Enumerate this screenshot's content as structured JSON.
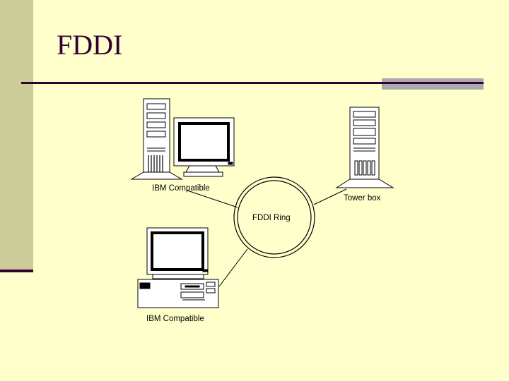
{
  "slide": {
    "title": "FDDI"
  },
  "diagram": {
    "nodes": {
      "top_left": {
        "label": "IBM Compatible",
        "icon": "tower-pc-with-monitor-icon"
      },
      "right": {
        "label": "Tower box",
        "icon": "tower-box-icon"
      },
      "bottom": {
        "label": "IBM Compatible",
        "icon": "desktop-pc-icon"
      }
    },
    "ring": {
      "label": "FDDI Ring",
      "icon": "fddi-ring-icon"
    }
  }
}
